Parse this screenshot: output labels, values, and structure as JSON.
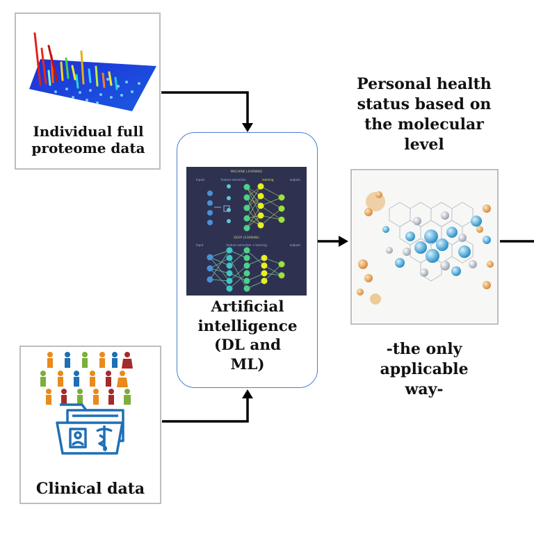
{
  "proteome": {
    "label_line1": "Individual full",
    "label_line2": "proteome data"
  },
  "clinical": {
    "label": "Clinical data"
  },
  "ai": {
    "label_line1": "Artificial",
    "label_line2": "intelligence",
    "label_line3": "(DL and",
    "label_line4": "ML)",
    "ml_heading": "MACHINE LEARNING",
    "ml_steps": [
      "Inputs",
      "feature extraction",
      "learning",
      "outputs"
    ],
    "dl_heading": "DEEP LEARNING",
    "dl_steps": [
      "Input",
      "feature extraction + learning",
      "outputs"
    ]
  },
  "result": {
    "title_line1": "Personal health",
    "title_line2": "status based on",
    "title_line3": "the molecular",
    "title_line4": "level",
    "note_line1": "-the only",
    "note_line2": "applicable",
    "note_line3": "way-"
  },
  "colors": {
    "arrow": "#000000",
    "box_border": "#bdbdbd",
    "ai_border": "#4a7bd0",
    "nn_bg": "#2e3250",
    "clinical_icon": "#1f6fb5"
  }
}
